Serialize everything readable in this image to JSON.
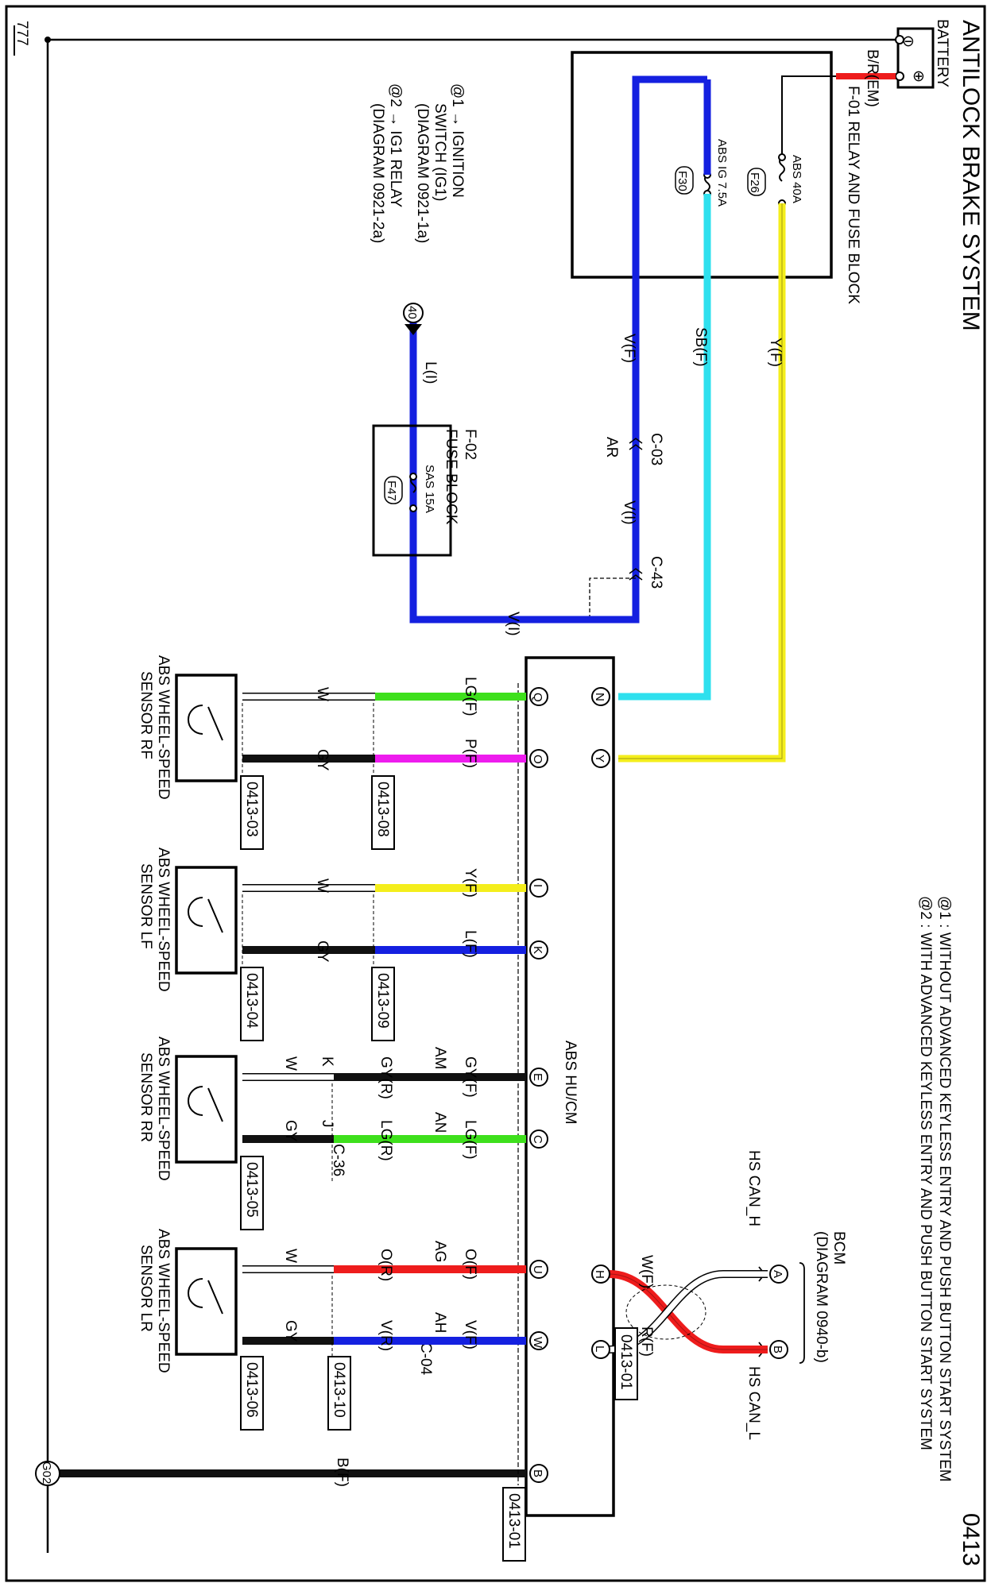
{
  "title": "ANTILOCK BRAKE SYSTEM",
  "page_number": "0413",
  "notes": [
    "@1 : WITHOUT ADVANCED KEYLESS ENTRY AND PUSH BUTTON START SYSTEM",
    "@2 : WITH ADVANCED KEYLESS ENTRY AND PUSH BUTTON START SYSTEM"
  ],
  "battery": {
    "label": "BATTERY",
    "minus": "⊖",
    "plus": "⊕"
  },
  "ground_symbol": "777",
  "relay_block": {
    "label": "F-01  RELAY AND FUSE BLOCK",
    "wire_in": "B/R(EM)",
    "fuse_abs40": {
      "label": "ABS 40A",
      "id": "F26"
    },
    "fuse_absig": {
      "label": "ABS IG 7.5A",
      "id": "F30"
    }
  },
  "feed_notes": {
    "n1": [
      "@1 → IGNITION",
      "SWITCH (IG1)",
      "(DIAGRAM 0921-1a)"
    ],
    "n2": [
      "@2 → IG1 RELAY",
      "(DIAGRAM 0921-2a)"
    ]
  },
  "f02_block": {
    "label1": "F-02",
    "label2": "FUSE BLOCK",
    "fuse": {
      "label": "SAS 15A",
      "id": "F47"
    },
    "feed_connector": "40"
  },
  "wire_labels": {
    "y_f": "Y(F)",
    "sb_f": "SB(F)",
    "v_f": "V(F)",
    "v_i": "V(I)",
    "v_i2": "V(I)",
    "l_i": "L(I)",
    "c03": "C-03",
    "ar": "AR",
    "c43": "C-43"
  },
  "module": {
    "label": "ABS HU/CM",
    "pins": {
      "N": "N",
      "Y": "Y",
      "Q": "Q",
      "O": "O",
      "I": "I",
      "K": "K",
      "E": "E",
      "C": "C",
      "U": "U",
      "W": "W",
      "H": "H",
      "L": "L",
      "B": "B"
    }
  },
  "bcm": {
    "label": "BCM",
    "sublabel": "(DIAGRAM 0940-b)",
    "pin_a": "A",
    "pin_b": "B",
    "can_h": "HS CAN_H",
    "can_l": "HS CAN_L"
  },
  "can_wires": {
    "w_f": "W(F)",
    "r_f": "R(F)",
    "ref": "0413-01"
  },
  "ground": {
    "id": "G02",
    "wire": "B(F)",
    "ref": "0413-01"
  },
  "sensors": {
    "rf": {
      "name": [
        "ABS WHEEL-SPEED",
        "SENSOR RF"
      ],
      "w1": "LG(F)",
      "w2": "P(F)",
      "s1": "W",
      "s2": "GY",
      "ref_a": "0413-08",
      "ref_b": "0413-03"
    },
    "lf": {
      "name": [
        "ABS WHEEL-SPEED",
        "SENSOR LF"
      ],
      "w1": "Y(F)",
      "w2": "L(F)",
      "s1": "W",
      "s2": "GY",
      "ref_a": "0413-09",
      "ref_b": "0413-04"
    },
    "rr": {
      "name": [
        "ABS WHEEL-SPEED",
        "SENSOR RR"
      ],
      "w1": "GY(F)",
      "w2": "LG(F)",
      "c1": "AM",
      "c2": "AN",
      "m1": "GY(R)",
      "m2": "LG(R)",
      "k": "K",
      "j": "J",
      "c36": "C-36",
      "s1": "W",
      "s2": "GY",
      "ref_b": "0413-05"
    },
    "lr": {
      "name": [
        "ABS WHEEL-SPEED",
        "SENSOR LR"
      ],
      "w1": "O(F)",
      "w2": "V(F)",
      "c1": "AG",
      "c2": "AH",
      "c04": "C-04",
      "m1": "O(R)",
      "m2": "V(R)",
      "s1": "W",
      "s2": "GY",
      "ref_a": "0413-10",
      "ref_b": "0413-06"
    }
  },
  "colors": {
    "red": "#ee1c1c",
    "yellow": "#f4ee1c",
    "cyan": "#2ee0ee",
    "blue": "#1420e0",
    "green": "#3ee01c",
    "magenta": "#ee1cee",
    "black": "#111111"
  }
}
